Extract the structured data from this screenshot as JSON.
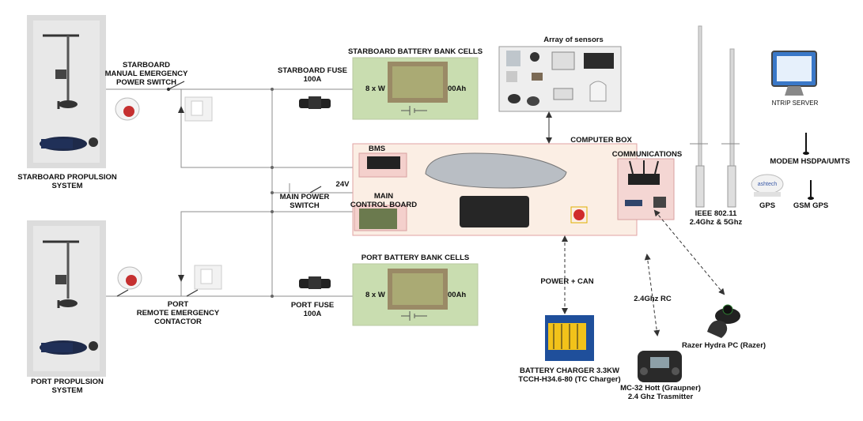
{
  "title": "",
  "colors": {
    "battery_fill": "#c9ddb0",
    "battery_border": "#b9c9a2",
    "box_fill": "#fbeee4",
    "box_border": "#e2a3a3",
    "module_fill": "#f4d0cc",
    "comm_fill": "#f4d6d3",
    "sensor_fill": "#eeeeee",
    "line": "#8c8c8c"
  },
  "labels": {
    "starboard_switch": [
      "STARBOARD",
      "MANUAL EMERGENCY",
      "POWER SWITCH"
    ],
    "starboard_propulsion": [
      "STARBOARD PROPULSION",
      "SYSTEM"
    ],
    "port_propulsion": [
      "PORT PROPULSION",
      "SYSTEM"
    ],
    "port_contactor": [
      "PORT",
      "REMOTE EMERGENCY",
      "CONTACTOR"
    ],
    "starboard_fuse": [
      "STARBOARD FUSE",
      "100A"
    ],
    "port_fuse": [
      "PORT FUSE",
      "100A"
    ],
    "starboard_battery": "STARBOARD BATTERY BANK CELLS",
    "port_battery": "PORT BATTERY BANK CELLS",
    "battery_left": "8 x W",
    "battery_right": "00Ah",
    "sensors": "Array of sensors",
    "computer_box": "COMPUTER BOX",
    "bms": "BMS",
    "main_control_board": [
      "MAIN",
      "CONTROL BOARD"
    ],
    "main_power_switch": [
      "MAIN POWER",
      "SWITCH"
    ],
    "voltage": "24V",
    "communications": "COMMUNICATIONS",
    "ieee": [
      "IEEE 802.11",
      "2.4Ghz & 5Ghz"
    ],
    "ntrip": "NTRIP SERVER",
    "modem": "MODEM HSDPA/UMTS",
    "gps": "GPS",
    "gsm_gps": "GSM GPS",
    "power_can": "POWER + CAN",
    "rc_link": "2.4Ghz RC",
    "charger": [
      "BATTERY CHARGER 3.3KW",
      "TCCH-H34.6-80 (TC Charger)"
    ],
    "transmitter": [
      "MC-32 Hott (Graupner)",
      "2.4 Ghz Trasmitter"
    ],
    "razer": "Razer Hydra PC (Razer)",
    "gps_brand": "ashtech"
  }
}
